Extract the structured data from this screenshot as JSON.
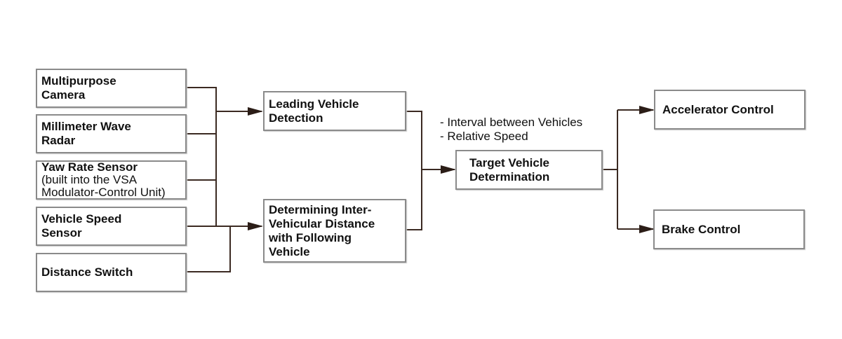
{
  "inputs": {
    "camera": [
      "Multipurpose",
      "Camera"
    ],
    "radar": [
      "Millimeter Wave",
      "Radar"
    ],
    "yaw_title": "Yaw Rate Sensor",
    "yaw_note": [
      "(built into the VSA",
      "Modulator-Control Unit)"
    ],
    "speed": [
      "Vehicle Speed",
      "Sensor"
    ],
    "switch": [
      "Distance Switch"
    ]
  },
  "processing": {
    "leading": [
      "Leading Vehicle",
      "Detection"
    ],
    "distance": [
      "Determining Inter-",
      "Vehicular Distance",
      "with Following",
      "Vehicle"
    ]
  },
  "target": {
    "label": [
      "Target Vehicle",
      "Determination"
    ],
    "notes": [
      "- Interval between Vehicles",
      "- Relative Speed"
    ]
  },
  "outputs": {
    "accelerator": [
      "Accelerator Control"
    ],
    "brake": [
      "Brake Control"
    ]
  },
  "colors": {
    "line": "#3b2a22",
    "border": "#8a8a8a"
  }
}
